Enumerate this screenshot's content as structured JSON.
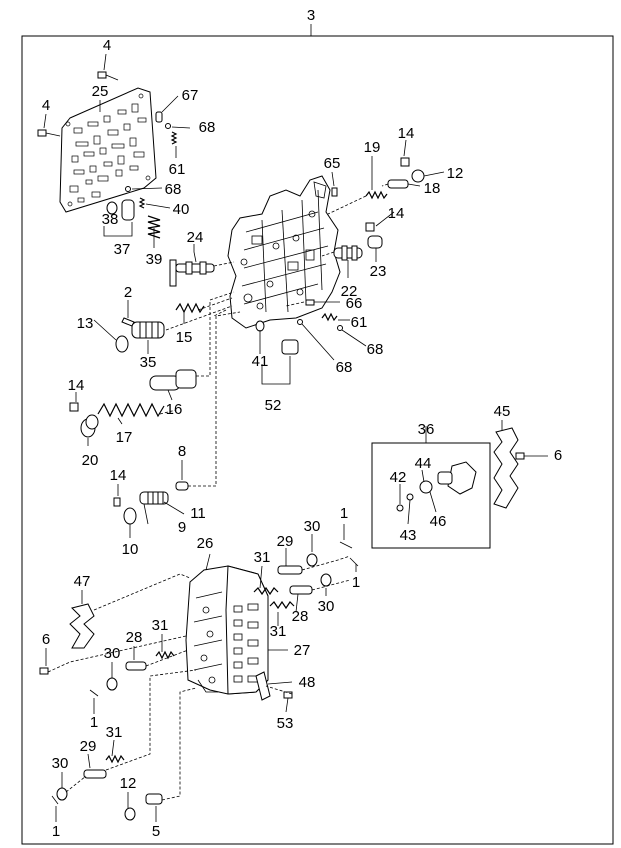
{
  "diagram": {
    "assembly_label": "3",
    "parts": {
      "p1a": "1",
      "p1b": "1",
      "p1c": "1",
      "p1d": "1",
      "p2": "2",
      "p4a": "4",
      "p4b": "4",
      "p5": "5",
      "p6a": "6",
      "p6b": "6",
      "p8": "8",
      "p9": "9",
      "p10": "10",
      "p11": "11",
      "p12a": "12",
      "p12b": "12",
      "p13": "13",
      "p14a": "14",
      "p14b": "14",
      "p14c": "14",
      "p14d": "14",
      "p15": "15",
      "p16": "16",
      "p17": "17",
      "p18": "18",
      "p19": "19",
      "p20": "20",
      "p22": "22",
      "p23": "23",
      "p24": "24",
      "p25": "25",
      "p26": "26",
      "p27": "27",
      "p28a": "28",
      "p28b": "28",
      "p29a": "29",
      "p29b": "29",
      "p30a": "30",
      "p30b": "30",
      "p30c": "30",
      "p30d": "30",
      "p31a": "31",
      "p31b": "31",
      "p31c": "31",
      "p31d": "31",
      "p35": "35",
      "p36": "36",
      "p37": "37",
      "p38": "38",
      "p39": "39",
      "p40": "40",
      "p41": "41",
      "p42": "42",
      "p43": "43",
      "p44": "44",
      "p45": "45",
      "p46": "46",
      "p47": "47",
      "p48": "48",
      "p52": "52",
      "p53": "53",
      "p61a": "61",
      "p61b": "61",
      "p65": "65",
      "p66": "66",
      "p67": "67",
      "p68a": "68",
      "p68b": "68",
      "p68c": "68",
      "p68d": "68"
    }
  }
}
